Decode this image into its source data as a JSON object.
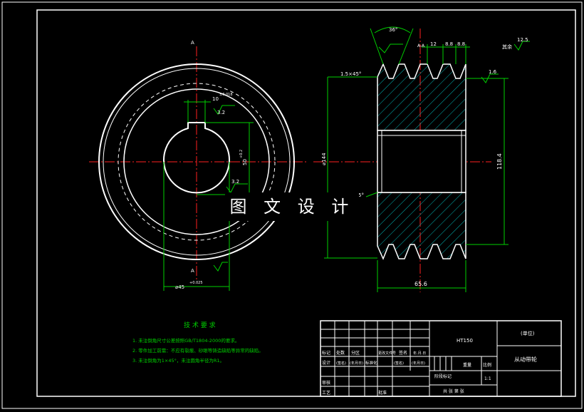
{
  "colors": {
    "background": "#000000",
    "outline": "#ffffff",
    "centerline": "#ff2020",
    "dimension": "#00d000",
    "hatch": "#00b0b0",
    "title_block": "#ffffff"
  },
  "watermark": "图 文 设 计",
  "front_view": {
    "section_marker_top": "A",
    "section_marker_bottom": "A",
    "keyway_width": "10",
    "keyway_tol": "±0.018",
    "keyway_depth": "50",
    "keyway_depth_tol": "+0.2",
    "roughness_1": "3.2",
    "roughness_2": "3.2",
    "bore": "⌀45",
    "bore_tol": "+0.025"
  },
  "section_view": {
    "groove_angle": "36°",
    "groove_pitch_1": "12",
    "groove_pitch_2": "8.8",
    "groove_pitch_3": "8.8",
    "groove_label": "A-A",
    "chamfer": "1.5×45°",
    "roughness_top": "1.6",
    "roughness_general": "12.5",
    "roughness_general_label": "其余",
    "outer_dia": "⌀144",
    "inner_dim": "118.4",
    "draft_angle": "5°",
    "width": "65.6"
  },
  "tech_req": {
    "title": "技 术 要 求",
    "items": [
      "1. 未注倒角尺寸公差按照GB/T1804-2000的要求。",
      "2. 零件加工前需：不应有裂痕、砂眼等铸造缺陷等异常的缺陷。",
      "3. 未注倒角为1×45°，未注圆角半径为R1。"
    ]
  },
  "title_block": {
    "material": "HT150",
    "company": "(单位)",
    "part_name": "从动带轮",
    "row_label_1": "标记",
    "row_label_2": "处数",
    "row_label_3": "分区",
    "row_label_4": "更改文件号",
    "row_label_5": "签名",
    "row_label_6": "年.月.日",
    "design": "设计",
    "design_sign": "(签名)",
    "design_date": "(年月日)",
    "standard": "标准化",
    "standard_sign": "(签名)",
    "standard_date": "(年月日)",
    "stage_mark": "阶段标记",
    "weight": "重量",
    "scale": "比例",
    "scale_value": "1:1",
    "review": "审核",
    "process": "工艺",
    "approve": "批准",
    "sheets": "共 张 第 张"
  }
}
